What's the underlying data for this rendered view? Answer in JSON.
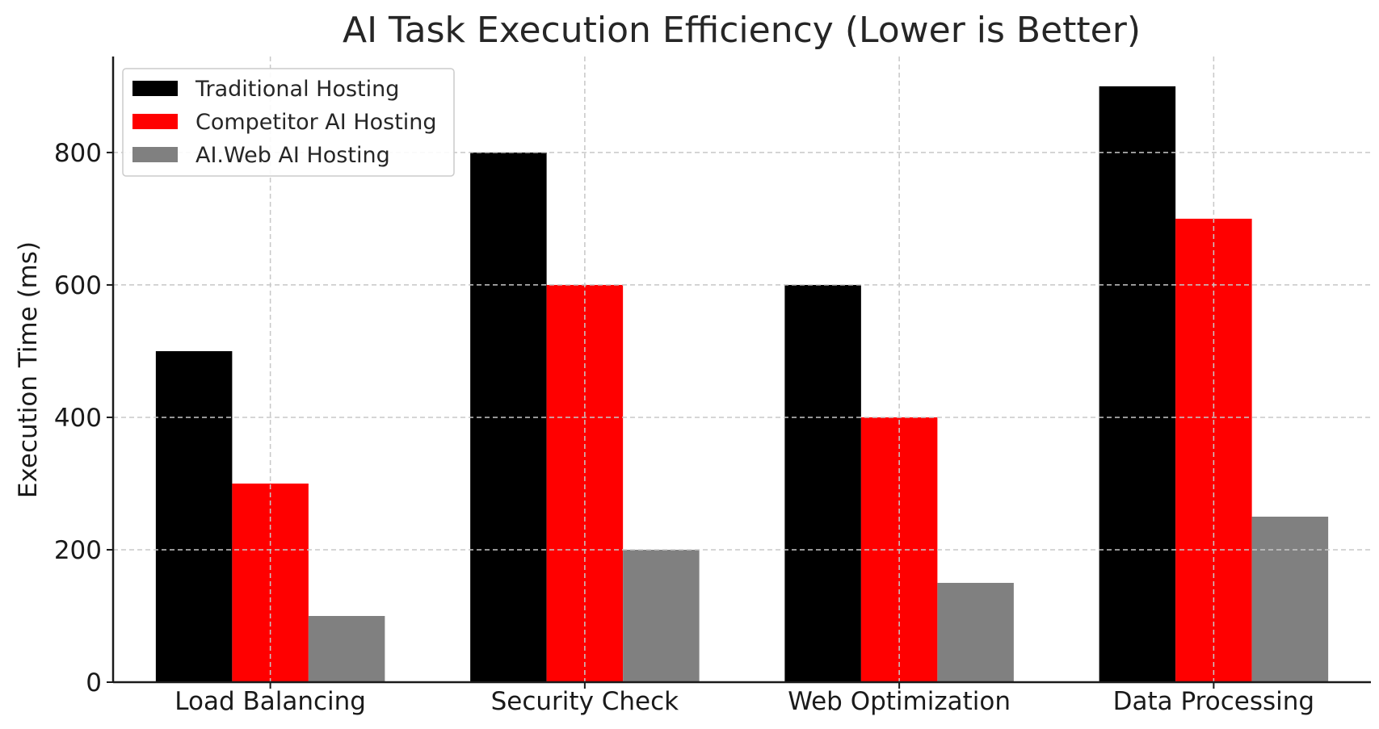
{
  "chart_data": {
    "type": "bar",
    "title": "AI Task Execution Efficiency (Lower is Better)",
    "xlabel": "",
    "ylabel": "Execution Time (ms)",
    "categories": [
      "Load Balancing",
      "Security Check",
      "Web Optimization",
      "Data Processing"
    ],
    "series": [
      {
        "name": "Traditional Hosting",
        "color": "#000000",
        "values": [
          500,
          800,
          600,
          900
        ]
      },
      {
        "name": "Competitor AI Hosting",
        "color": "#ff0000",
        "values": [
          300,
          600,
          400,
          700
        ]
      },
      {
        "name": "AI.Web AI Hosting",
        "color": "#808080",
        "values": [
          100,
          200,
          150,
          250
        ]
      }
    ],
    "ylim": [
      0,
      945
    ],
    "yticks": [
      0,
      200,
      400,
      600,
      800
    ],
    "grid": true,
    "legend_position": "top-left"
  }
}
